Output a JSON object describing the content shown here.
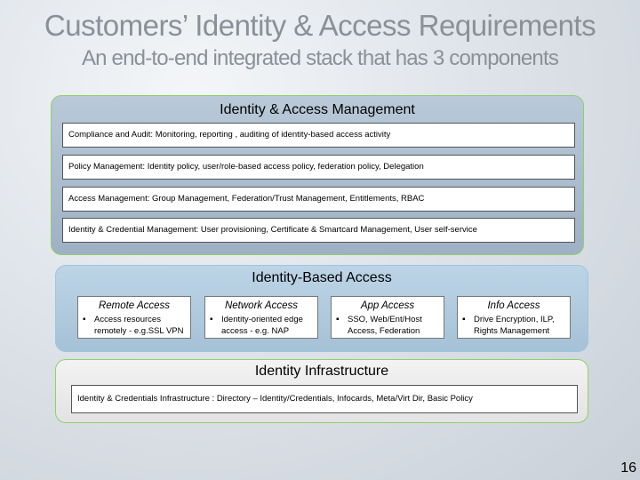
{
  "title": "Customers’ Identity & Access Requirements",
  "subtitle": "An end-to-end integrated stack that has 3 components",
  "identity_access_management": {
    "title": "Identity & Access Management",
    "rows": [
      "Compliance and Audit:  Monitoring, reporting , auditing of identity-based access activity",
      "Policy Management:  Identity policy, user/role-based access policy, federation policy, Delegation",
      "Access Management:  Group Management, Federation/Trust Management, Entitlements, RBAC",
      "Identity & Credential Management:  User provisioning, Certificate & Smartcard Management, User self-service"
    ]
  },
  "identity_based_access": {
    "title": "Identity-Based Access",
    "columns": [
      {
        "heading": "Remote Access",
        "bullet": "▪",
        "text": "Access resources remotely - e.g.SSL VPN"
      },
      {
        "heading": "Network Access",
        "bullet": "▪",
        "text": "Identity-oriented edge access - e.g. NAP"
      },
      {
        "heading": "App Access",
        "bullet": "▪",
        "text": "SSO, Web/Ent/Host Access, Federation"
      },
      {
        "heading": "Info Access",
        "bullet": "▪",
        "text": "Drive Encryption, ILP, Rights Management"
      }
    ]
  },
  "identity_infrastructure": {
    "title": "Identity Infrastructure",
    "row": "Identity & Credentials Infrastructure :  Directory – Identity/Credentials, Infocards, Meta/Virt Dir, Basic Policy"
  },
  "page_number": "16"
}
